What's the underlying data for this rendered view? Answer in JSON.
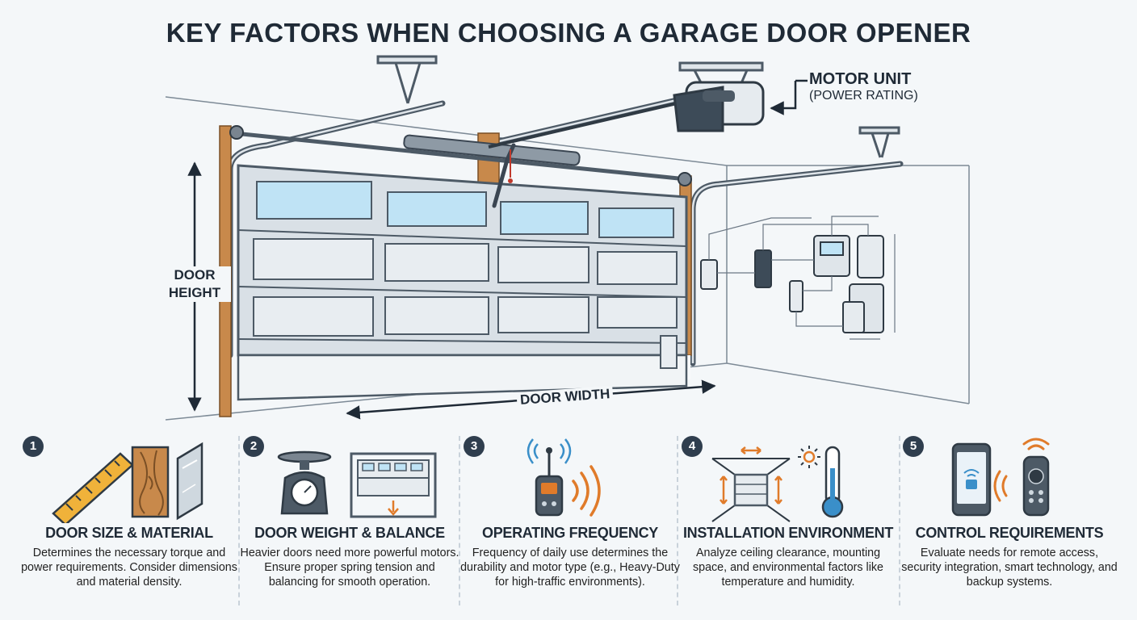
{
  "title": "KEY FACTORS WHEN CHOOSING A GARAGE DOOR OPENER",
  "labels": {
    "door_height": "DOOR HEIGHT",
    "door_width": "DOOR WIDTH",
    "motor_unit": "MOTOR UNIT",
    "power_rating": "(POWER RATING)"
  },
  "factors": [
    {
      "number": "1",
      "heading": "DOOR SIZE & MATERIAL",
      "body": "Determines the necessary torque and power requirements. Consider dimensions and material density.",
      "icons": [
        "ruler-icon",
        "wood-plank-icon",
        "metal-panel-icon"
      ]
    },
    {
      "number": "2",
      "heading": "DOOR WEIGHT & BALANCE",
      "body": "Heavier doors need more powerful motors. Ensure proper spring tension and balancing for smooth operation.",
      "icons": [
        "scale-icon",
        "garage-door-icon"
      ]
    },
    {
      "number": "3",
      "heading": "OPERATING FREQUENCY",
      "body": "Frequency of daily use determines the durability and motor type (e.g., Heavy-Duty for high-traffic environments).",
      "icons": [
        "remote-signal-icon"
      ]
    },
    {
      "number": "4",
      "heading": "INSTALLATION ENVIRONMENT",
      "body": "Analyze ceiling clearance, mounting space, and environmental factors like temperature and humidity.",
      "icons": [
        "clearance-icon",
        "sun-icon",
        "thermometer-icon"
      ]
    },
    {
      "number": "5",
      "heading": "CONTROL REQUIREMENTS",
      "body": "Evaluate needs for remote access, security integration, smart technology, and backup systems.",
      "icons": [
        "smartphone-icon",
        "remote-control-icon"
      ]
    }
  ],
  "colors": {
    "text": "#1f2a36",
    "accent": "#e07b2a",
    "steel": "#4d5a66",
    "wood": "#c8894b"
  }
}
